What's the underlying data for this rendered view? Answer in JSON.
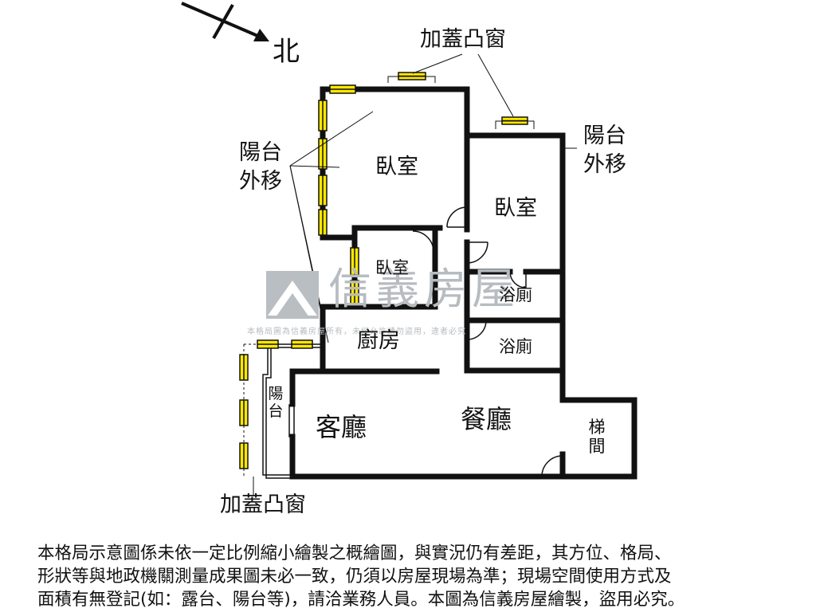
{
  "compass": {
    "north_label": "北"
  },
  "rooms": {
    "bedroom_top_left": "臥室",
    "bedroom_right": "臥室",
    "bedroom_small": "臥室",
    "bathroom_upper": "浴廁",
    "bathroom_lower": "浴廁",
    "kitchen": "廚房",
    "living_room": "客廳",
    "dining_room": "餐廳",
    "stairwell": "梯間",
    "balcony": "陽台"
  },
  "callouts": {
    "bay_window_top": "加蓋凸窗",
    "bay_window_bottom": "加蓋凸窗",
    "balcony_moved_left": [
      "陽台",
      "外移"
    ],
    "balcony_moved_right": [
      "陽台",
      "外移"
    ]
  },
  "watermark": {
    "brand": "信義房屋",
    "notice": "本格局圖為信義房屋所有，未經允許請勿盜用，違者必究"
  },
  "disclaimer": [
    "本格局示意圖係未依一定比例縮小繪製之概繪圖，與實況仍有差距，其方位、格局、",
    "形狀等與地政機關測量成果圖未必一致，仍須以房屋現場為準；現場空間使用方式及",
    "面積有無登記(如：露台、陽台等)，請洽業務人員。本圖為信義房屋繪製，盜用必究。"
  ]
}
